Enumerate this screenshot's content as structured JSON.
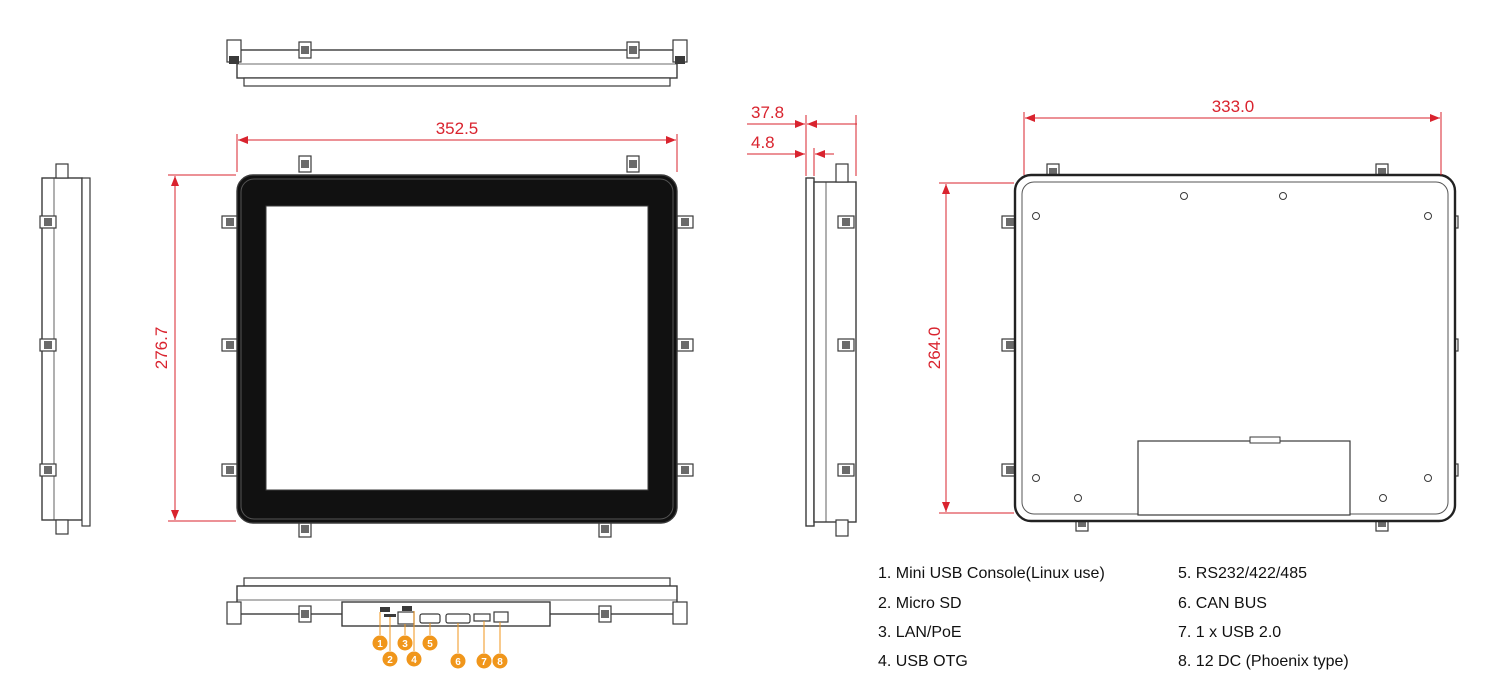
{
  "colors": {
    "dimension": "#d9232e",
    "outline": "#3a3a3a",
    "bezel": "#111111",
    "badge": "#f0961b",
    "port_panel": "#666666"
  },
  "dimensions": {
    "front_width": "352.5",
    "front_height": "276.7",
    "side_depth": "37.8",
    "side_bezel": "4.8",
    "rear_width": "333.0",
    "rear_height": "264.0"
  },
  "port_badges": [
    "1",
    "2",
    "3",
    "4",
    "5",
    "6",
    "7",
    "8"
  ],
  "legend": {
    "left": [
      "1. Mini USB Console(Linux use)",
      "2. Micro SD",
      "3. LAN/PoE",
      "4. USB OTG"
    ],
    "right": [
      "5. RS232/422/485",
      "6. CAN BUS",
      "7. 1 x USB 2.0",
      "8. 12 DC (Phoenix type)"
    ]
  }
}
